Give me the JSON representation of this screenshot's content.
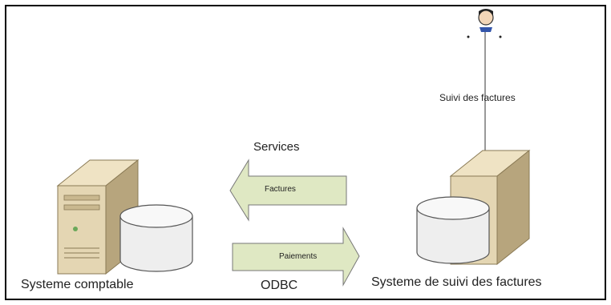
{
  "diagram": {
    "user_caption": "Suivi des factures",
    "top_arrow_label": "Services",
    "left_arrow_text": "Factures",
    "right_arrow_text": "Paiements",
    "bottom_arrow_label": "ODBC",
    "left_system_label": "Systeme comptable",
    "right_system_label": "Systeme de suivi des factures"
  },
  "colors": {
    "arrow_fill": "#dfe8c3",
    "server_body": "#e4d6b3",
    "server_side": "#b7a57d",
    "disk_fill": "#eeeeee"
  }
}
